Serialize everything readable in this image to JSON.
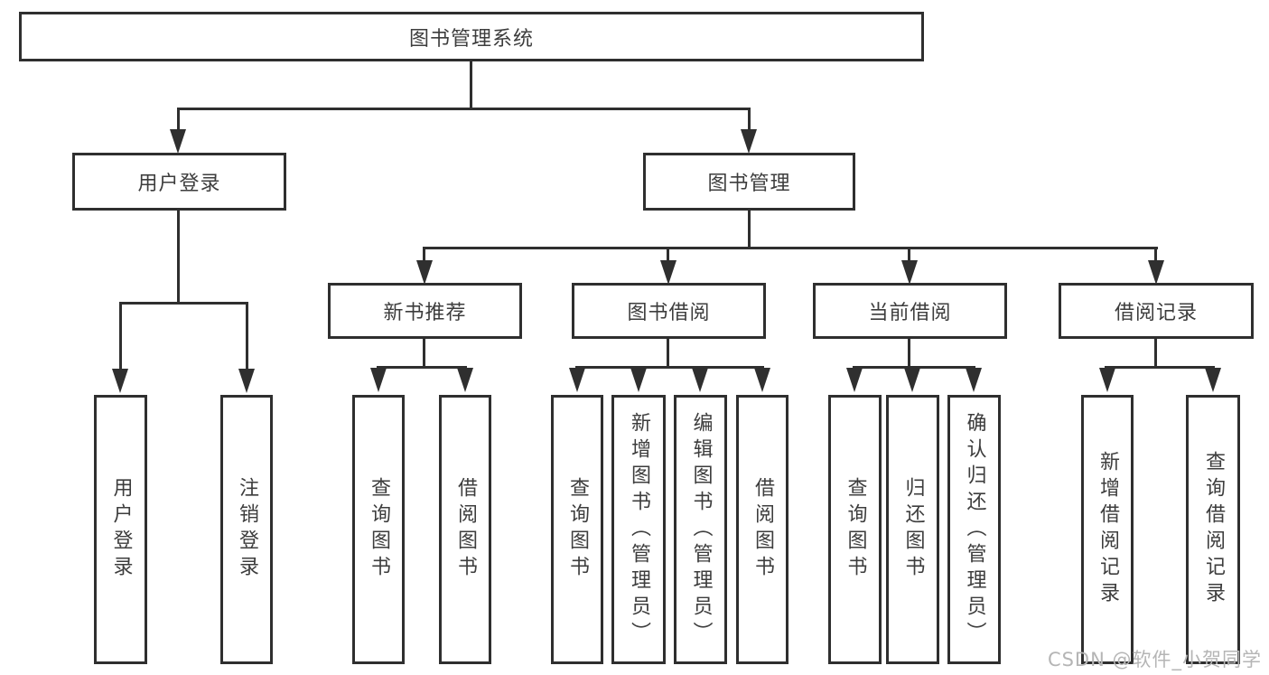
{
  "diagram": {
    "root": {
      "label": "图书管理系统"
    },
    "level2": [
      {
        "label": "用户登录"
      },
      {
        "label": "图书管理"
      }
    ],
    "level3": [
      {
        "label": "新书推荐"
      },
      {
        "label": "图书借阅"
      },
      {
        "label": "当前借阅"
      },
      {
        "label": "借阅记录"
      }
    ],
    "leaves": {
      "user_login": [
        "用户登录",
        "注销登录"
      ],
      "new_book": [
        "查询图书",
        "借阅图书"
      ],
      "book_borrow": [
        "查询图书",
        "新增图书（管理员）",
        "编辑图书（管理员）",
        "借阅图书"
      ],
      "current_borrow": [
        "查询图书",
        "归还图书",
        "确认归还（管理员）"
      ],
      "borrow_record": [
        "新增借阅记录",
        "查询借阅记录"
      ]
    },
    "colors": {
      "line": "#2f2f2f",
      "box_border": "#2f2f2f",
      "text": "#3d3d3d",
      "watermark": "#b5b5b5",
      "background": "#ffffff"
    },
    "watermark": "CSDN @软件_小贺同学"
  }
}
